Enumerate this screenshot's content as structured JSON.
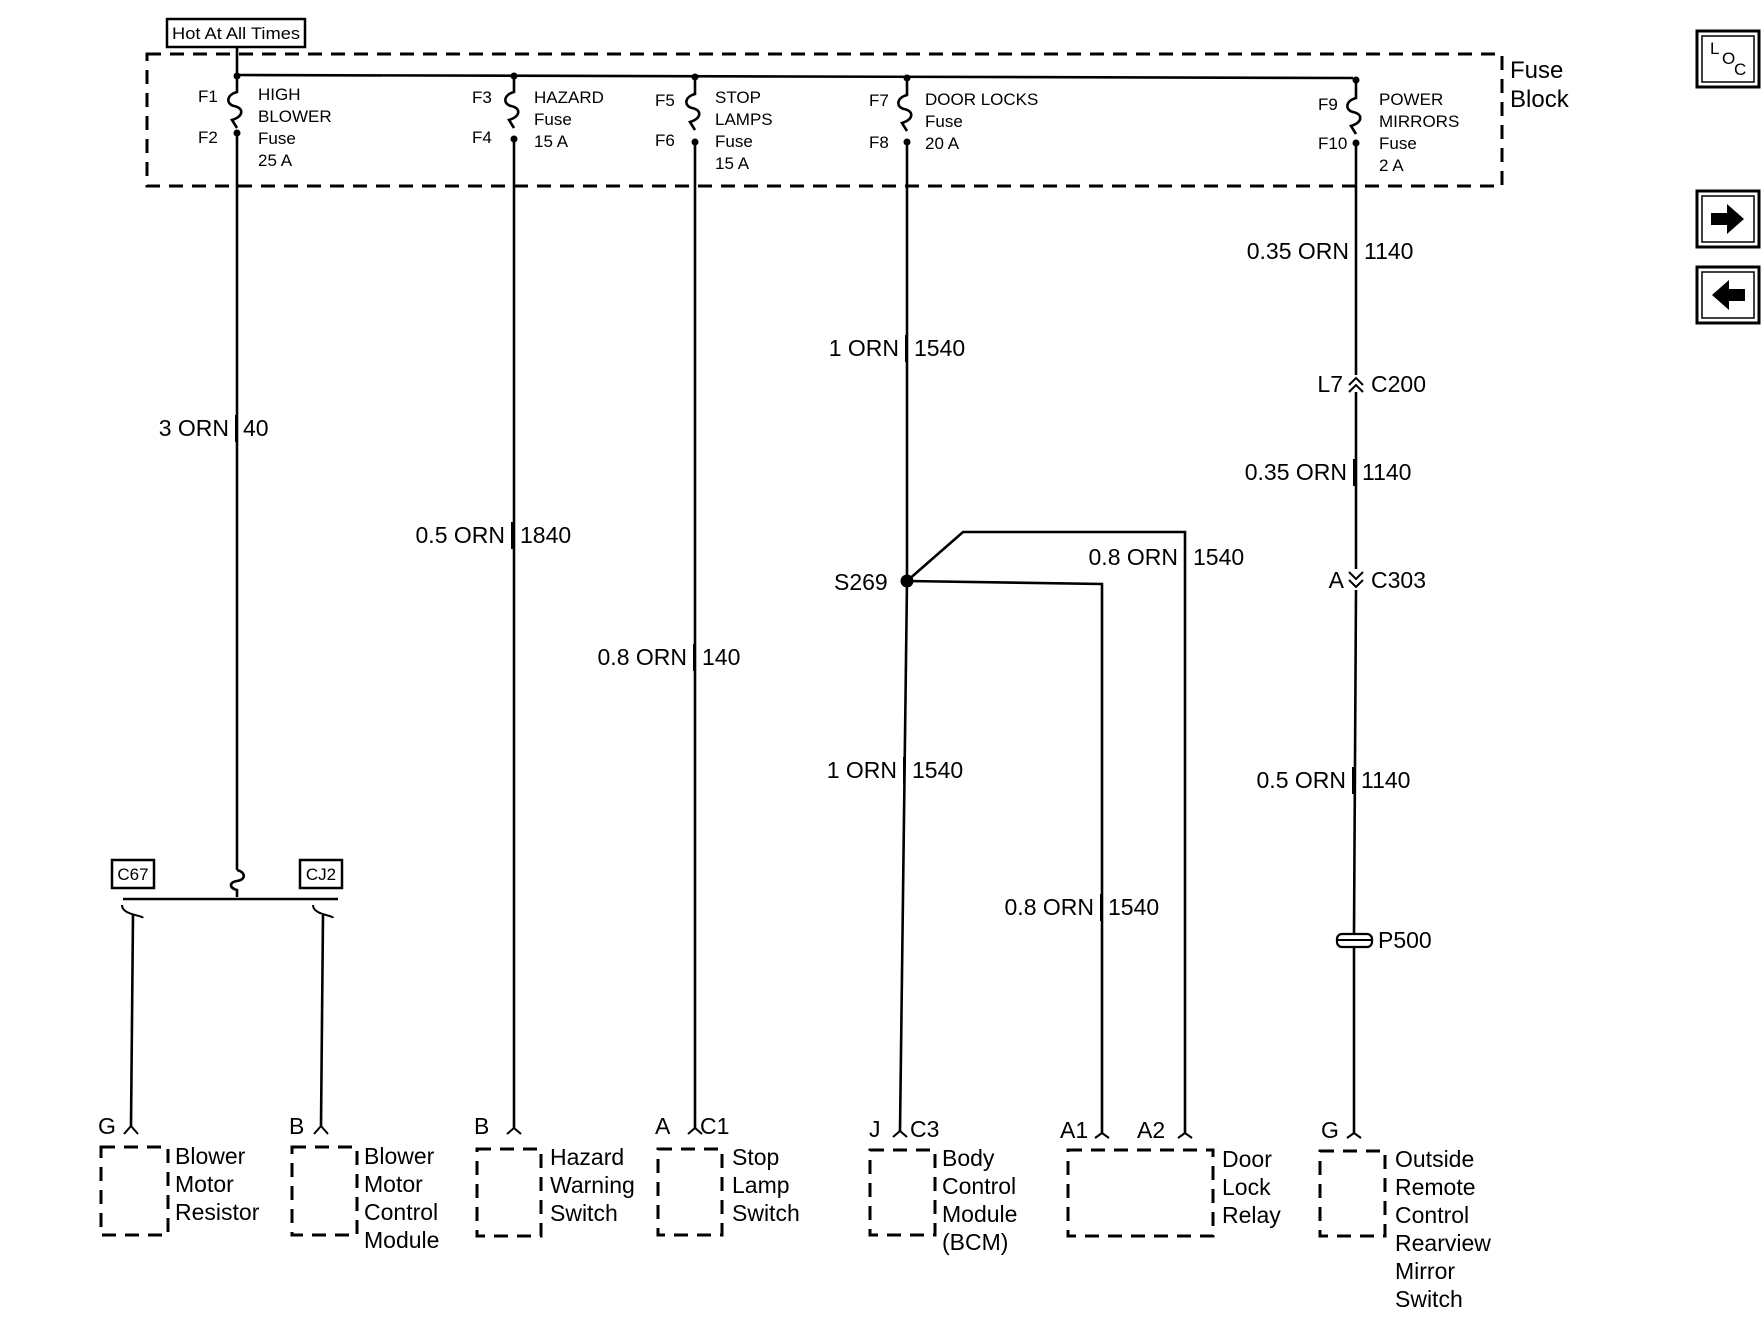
{
  "hot_label": "Hot At All Times",
  "fuse_block_label": [
    "Fuse",
    "Block"
  ],
  "nav": {
    "loc_l": "L",
    "loc_o": "O",
    "loc_c": "C"
  },
  "fuses": [
    {
      "top": "F1",
      "bottom": "F2",
      "name": [
        "HIGH",
        "BLOWER",
        "Fuse",
        "25 A"
      ]
    },
    {
      "top": "F3",
      "bottom": "F4",
      "name": [
        "HAZARD",
        "Fuse",
        "15 A"
      ]
    },
    {
      "top": "F5",
      "bottom": "F6",
      "name": [
        "STOP",
        "LAMPS",
        "Fuse",
        "15 A"
      ]
    },
    {
      "top": "F7",
      "bottom": "F8",
      "name": [
        "DOOR LOCKS",
        "Fuse",
        "20 A"
      ]
    },
    {
      "top": "F9",
      "bottom": "F10",
      "name": [
        "POWER",
        "MIRRORS",
        "Fuse",
        "2 A"
      ]
    }
  ],
  "wires": [
    {
      "size": "3 ORN",
      "circuit": "40"
    },
    {
      "size": "0.5 ORN",
      "circuit": "1840"
    },
    {
      "size": "0.8 ORN",
      "circuit": "140"
    },
    {
      "size": "1 ORN",
      "circuit": "1540"
    },
    {
      "size": "1 ORN",
      "circuit": "1540"
    },
    {
      "size": "0.8 ORN",
      "circuit": "1540"
    },
    {
      "size": "0.8 ORN",
      "circuit": "1540"
    },
    {
      "size": "0.35 ORN",
      "circuit": "1140"
    },
    {
      "size": "0.35 ORN",
      "circuit": "1140"
    },
    {
      "size": "0.5 ORN",
      "circuit": "1140"
    }
  ],
  "splice": "S269",
  "connectors": {
    "c67": "C67",
    "cj2": "CJ2",
    "l7": "L7",
    "c200": "C200",
    "a_c303": "A",
    "c303": "C303",
    "p500": "P500"
  },
  "components": [
    {
      "pins": [
        "G"
      ],
      "name": [
        "Blower",
        "Motor",
        "Resistor"
      ]
    },
    {
      "pins": [
        "B"
      ],
      "name": [
        "Blower",
        "Motor",
        "Control",
        "Module"
      ]
    },
    {
      "pins": [
        "B"
      ],
      "name": [
        "Hazard",
        "Warning",
        "Switch"
      ]
    },
    {
      "pins": [
        "A",
        "C1"
      ],
      "name": [
        "Stop",
        "Lamp",
        "Switch"
      ]
    },
    {
      "pins": [
        "J",
        "C3"
      ],
      "name": [
        "Body",
        "Control",
        "Module",
        "(BCM)"
      ]
    },
    {
      "pins": [
        "A1",
        "A2"
      ],
      "name": [
        "Door",
        "Lock",
        "Relay"
      ]
    },
    {
      "pins": [
        "G"
      ],
      "name": [
        "Outside",
        "Remote",
        "Control",
        "Rearview",
        "Mirror",
        "Switch"
      ]
    }
  ]
}
